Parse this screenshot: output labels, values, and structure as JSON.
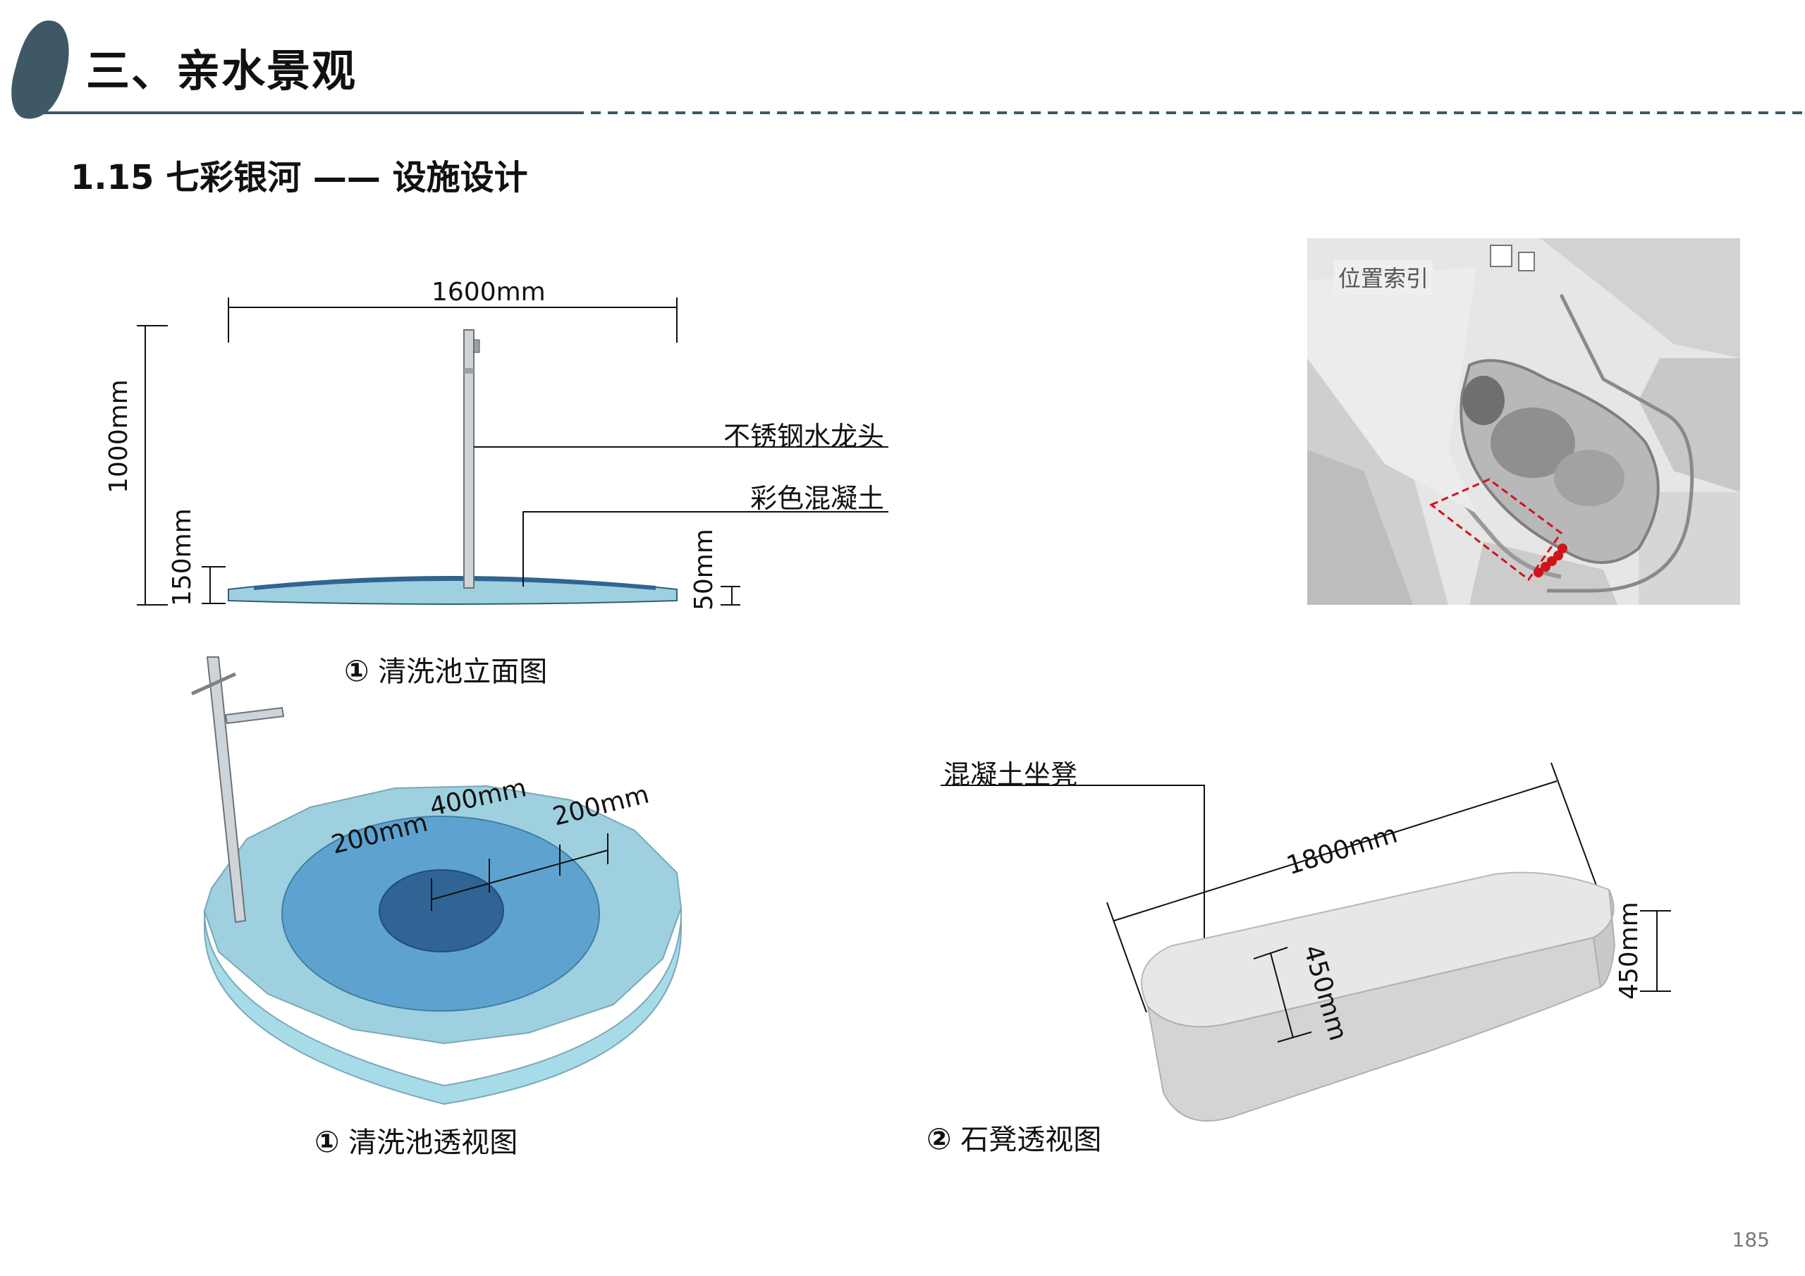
{
  "header": {
    "section_title": "三、亲水景观",
    "subtitle": "1.15 七彩银河 —— 设施设计"
  },
  "elevation": {
    "width_dim": "1600mm",
    "height_dim": "1000mm",
    "base_dim": "150mm",
    "edge_dim": "50mm",
    "callout_faucet": "不锈钢水龙头",
    "callout_concrete": "彩色混凝土",
    "caption_number": "①",
    "caption_text": "清洗池立面图"
  },
  "perspective_pool": {
    "dim_inner": "200mm",
    "dim_middle": "400mm",
    "dim_outer": "200mm",
    "caption_number": "①",
    "caption_text": "清洗池透视图"
  },
  "bench": {
    "callout": "混凝土坐凳",
    "length_dim": "1800mm",
    "depth_dim": "450mm",
    "height_dim": "450mm",
    "caption_number": "②",
    "caption_text": "石凳透视图"
  },
  "location_map": {
    "label": "位置索引"
  },
  "footer": {
    "page_number": "185"
  },
  "colors": {
    "header_accent": "#3e5866",
    "pool_outer": "#9fd0df",
    "pool_middle": "#5ea3cf",
    "pool_inner": "#2f6494",
    "marker_red": "#d0141b"
  }
}
